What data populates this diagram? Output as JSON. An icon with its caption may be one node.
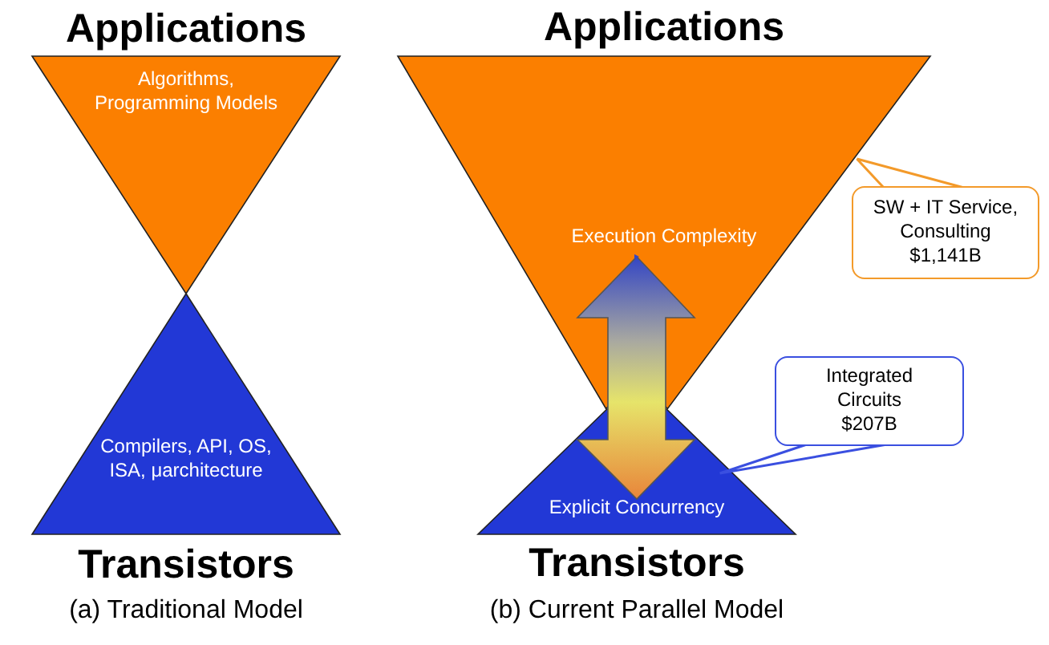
{
  "diagram": {
    "nodes": [
      {
        "text": [
          "Algorithms, Programming Models"
        ]
      },
      {
        "text": [
          "Compilers, API, OS, ISA, μarchitecture"
        ]
      },
      {
        "text": [
          "Execution Complexity"
        ]
      },
      {
        "text": [
          "Explicit Concurrency"
        ]
      },
      {
        "text": [
          "SW + IT Service, Consulting $1,141B"
        ]
      },
      {
        "text": [
          "Integrated Circuits $207B"
        ]
      }
    ],
    "edges": [
      {
        "from": 2,
        "to": 3,
        "arrow": "both",
        "style": "thick"
      },
      {
        "from": 4,
        "to": 2,
        "arrow": "none",
        "color": "#f39a2a"
      },
      {
        "from": 5,
        "to": 3,
        "arrow": "none",
        "color": "#3a4fe0"
      }
    ],
    "labels": [
      "Applications",
      "Transistors",
      "(a) Traditional Model",
      "Applications",
      "Transistors",
      "(b) Current Parallel Model"
    ]
  }
}
